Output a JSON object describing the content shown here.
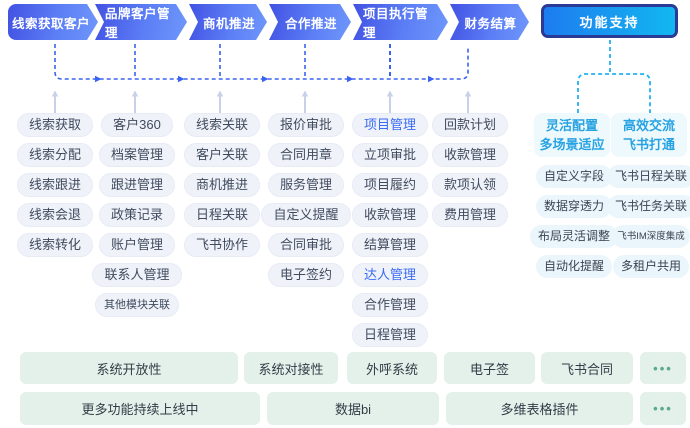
{
  "flow": {
    "stages": [
      {
        "label": "线索获取客户"
      },
      {
        "label": "品牌客户管理"
      },
      {
        "label": "商机推进"
      },
      {
        "label": "合作推进"
      },
      {
        "label": "项目执行管理"
      },
      {
        "label": "财务结算"
      }
    ],
    "support_label": "功能支持"
  },
  "columns": [
    {
      "name": "lead-acquisition",
      "items": [
        {
          "label": "线索获取"
        },
        {
          "label": "线索分配"
        },
        {
          "label": "线索跟进"
        },
        {
          "label": "线索会退"
        },
        {
          "label": "线索转化"
        }
      ]
    },
    {
      "name": "brand-customer",
      "items": [
        {
          "label": "客户360"
        },
        {
          "label": "档案管理"
        },
        {
          "label": "跟进管理"
        },
        {
          "label": "政策记录"
        },
        {
          "label": "账户管理"
        },
        {
          "label": "联系人管理"
        },
        {
          "label": "其他模块关联",
          "small": true
        }
      ]
    },
    {
      "name": "opportunity",
      "items": [
        {
          "label": "线索关联"
        },
        {
          "label": "客户关联"
        },
        {
          "label": "商机推进"
        },
        {
          "label": "日程关联"
        },
        {
          "label": "飞书协作"
        }
      ]
    },
    {
      "name": "cooperation",
      "items": [
        {
          "label": "报价审批"
        },
        {
          "label": "合同用章"
        },
        {
          "label": "服务管理"
        },
        {
          "label": "自定义提醒"
        },
        {
          "label": "合同审批"
        },
        {
          "label": "电子签约"
        }
      ]
    },
    {
      "name": "project-execution",
      "items": [
        {
          "label": "项目管理",
          "accent": true
        },
        {
          "label": "立项审批"
        },
        {
          "label": "项目履约"
        },
        {
          "label": "收款管理"
        },
        {
          "label": "结算管理"
        },
        {
          "label": "达人管理",
          "accent": true
        },
        {
          "label": "合作管理"
        },
        {
          "label": "日程管理"
        }
      ]
    },
    {
      "name": "finance",
      "items": [
        {
          "label": "回款计划"
        },
        {
          "label": "收款管理"
        },
        {
          "label": "款项认领"
        },
        {
          "label": "费用管理"
        }
      ]
    }
  ],
  "support_panel": {
    "groups": [
      {
        "title": [
          "灵活配置",
          "多场景适应"
        ],
        "items": [
          {
            "label": "自定义字段"
          },
          {
            "label": "数据穿透力"
          },
          {
            "label": "布局灵活调整"
          },
          {
            "label": "自动化提醒"
          }
        ]
      },
      {
        "title": [
          "高效交流",
          "飞书打通"
        ],
        "items": [
          {
            "label": "飞书日程关联"
          },
          {
            "label": "飞书任务关联"
          },
          {
            "label": "飞书IM深度集成",
            "small": true
          },
          {
            "label": "多租户共用"
          }
        ]
      }
    ]
  },
  "bottom": {
    "row1": [
      {
        "label": "系统开放性"
      },
      {
        "label": "系统对接性"
      },
      {
        "label": "外呼系统"
      },
      {
        "label": "电子签"
      },
      {
        "label": "飞书合同"
      },
      {
        "label": "•••",
        "dots": true
      }
    ],
    "row2": [
      {
        "label": "更多功能持续上线中"
      },
      {
        "label": "数据bi"
      },
      {
        "label": "多维表格插件"
      },
      {
        "label": "•••",
        "dots": true
      }
    ]
  },
  "colors": {
    "stage_gradient_start": "#4252e2",
    "stage_gradient_end": "#6f97fa",
    "flow_line_blue": "#3a63f2",
    "support_line_cyan": "#22b3ee",
    "support_button_frame": "#2b3a94",
    "support_button_gradient": [
      "#1d7cf0",
      "#12b7f0"
    ],
    "feature_pill_bg": "#eff2f9",
    "feature_pill_text": "#414b5e",
    "accent_blue_text": "#3a6bf5",
    "support_pill_bg": "#eaf5fc",
    "support_title_text": "#28a3e2",
    "bottom_box_bg": "#e4f1ea",
    "bottom_box_text": "#333c47",
    "dots_green": "#5ca98c",
    "gray_arrow": "#c7d1ea"
  }
}
